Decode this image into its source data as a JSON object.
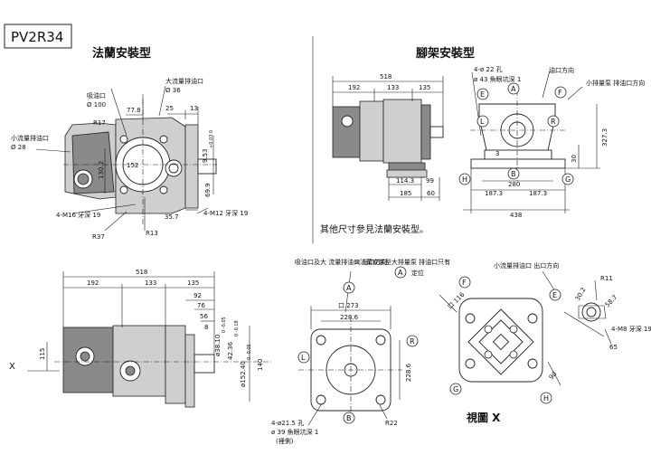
{
  "model": "PV2R34",
  "flange": {
    "title": "法蘭安裝型",
    "large_outlet": "大流量排油口",
    "large_outlet_d": "Ø 36",
    "inlet": "吸油口",
    "inlet_d": "Ø 100",
    "small_outlet": "小流量排油口",
    "small_outlet_d": "Ø 28",
    "r17": "R17",
    "d778": "77.8",
    "d25": "25",
    "d13": "13",
    "d152": "152",
    "d1302": "130.2",
    "d953": "9.53",
    "tol953": "+0.03 0",
    "d699": "69.9",
    "d357": "35.7",
    "m16": "4-M16 牙深 19",
    "m12": "4-M12 牙深 19",
    "r37": "R37",
    "r13": "R13"
  },
  "foot": {
    "title": "腳架安裝型",
    "d518": "518",
    "d192": "192",
    "d133": "133",
    "d135": "135",
    "holes": "4-ø 22 孔",
    "spot": "ø 43 魚眼坑深 1",
    "inlet_dir": "油口方向",
    "small_outlet_dir": "小排量泵 排油口方向",
    "d1143": "114.3",
    "d99": "99",
    "d185": "185",
    "d60": "60",
    "d1873a": "187.3",
    "d1873b": "187.3",
    "d280": "280",
    "d438": "438",
    "d3273": "327.3",
    "d30": "30",
    "d3": "3",
    "note": "其他尺寸參見法蘭安裝型。"
  },
  "side": {
    "d518": "518",
    "d192": "192",
    "d133": "133",
    "d135": "135",
    "d92": "92",
    "d76": "76",
    "d56": "56",
    "d8": "8",
    "d115": "115",
    "x": "X",
    "shaft1": "ø38.10",
    "shaft1_tol": "0 -0.05",
    "key": "42.36",
    "key_tol": "0 -0.18",
    "pilot": "ø152.40",
    "pilot_tol": "0 -0.05",
    "d140": "140"
  },
  "flange_view": {
    "note1": "吸油口及大 流量排油口 出口方向",
    "note2": "※法蘭安裝型大排量泵 排油口只有",
    "note2_end": "定位",
    "sq273": "口 273",
    "d2286a": "228.6",
    "d2286b": "228.6",
    "holes": "4-ø21.5 孔",
    "spot": "ø 39 魚眼坑深 1",
    "spot2": "(裡側)",
    "r22": "R22"
  },
  "view_x": {
    "small_outlet": "小流量排油口 出口方向",
    "r11": "R11",
    "d302": "30.2",
    "d587": "58.7",
    "m8": "4-M8 牙深 19",
    "d65": "65",
    "d90": "90",
    "sq": "口 116",
    "title": "視圖 X"
  },
  "labels": {
    "A": "A",
    "B": "B",
    "E": "E",
    "F": "F",
    "G": "G",
    "H": "H",
    "L": "L",
    "R": "R"
  }
}
